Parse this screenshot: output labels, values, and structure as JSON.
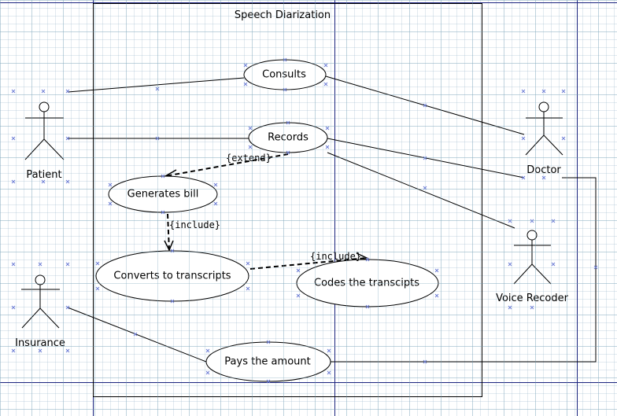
{
  "system": {
    "title": "Speech Diarization"
  },
  "actors": [
    {
      "id": "patient",
      "label": "Patient"
    },
    {
      "id": "doctor",
      "label": "Doctor"
    },
    {
      "id": "insurance",
      "label": "Insurance"
    },
    {
      "id": "voice",
      "label": "Voice Recoder"
    }
  ],
  "use_cases": [
    {
      "id": "consults",
      "label": "Consults"
    },
    {
      "id": "records",
      "label": "Records"
    },
    {
      "id": "bill",
      "label": "Generates bill"
    },
    {
      "id": "convert",
      "label": "Converts to transcripts"
    },
    {
      "id": "codes",
      "label": "Codes the transcipts"
    },
    {
      "id": "pays",
      "label": "Pays the amount"
    }
  ],
  "relations": [
    {
      "label": "{extend}"
    },
    {
      "label": "{include}"
    },
    {
      "label": "{include}"
    }
  ],
  "colors": {
    "line": "#000000",
    "grid_accent": "#1a237e",
    "handle": "#6f7fd6"
  }
}
